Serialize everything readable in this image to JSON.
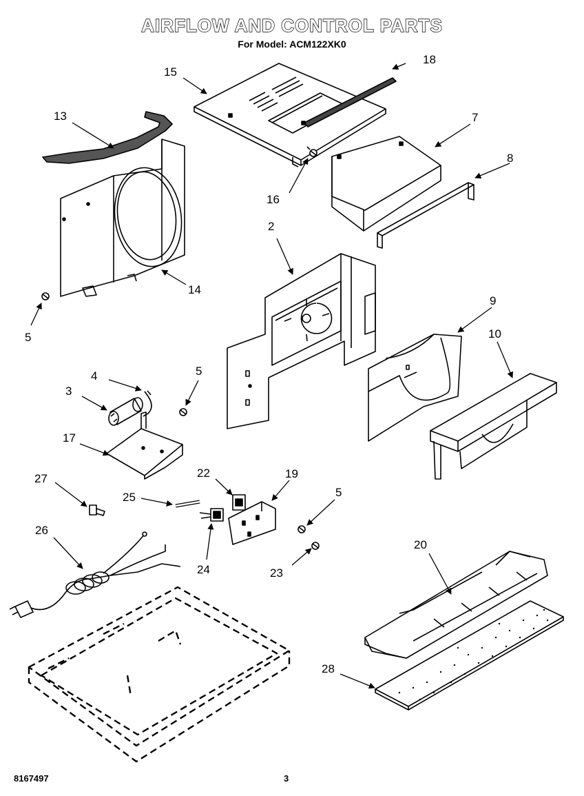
{
  "header": {
    "title": "AIRFLOW AND CONTROL PARTS",
    "model_line": "For Model: ACM122XK0"
  },
  "footer": {
    "part_number": "8167497",
    "page_number": "3"
  },
  "callouts": {
    "c2": "2",
    "c3": "3",
    "c4": "4",
    "c5a": "5",
    "c5b": "5",
    "c5c": "5",
    "c7": "7",
    "c8": "8",
    "c9": "9",
    "c10": "10",
    "c13": "13",
    "c14": "14",
    "c15": "15",
    "c16": "16",
    "c17": "17",
    "c18": "18",
    "c19": "19",
    "c20": "20",
    "c22": "22",
    "c23": "23",
    "c24": "24",
    "c25": "25",
    "c26": "26",
    "c27": "27",
    "c28": "28"
  }
}
